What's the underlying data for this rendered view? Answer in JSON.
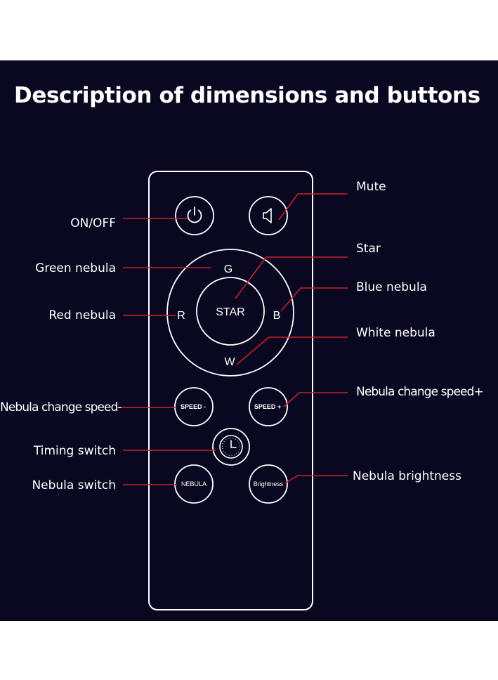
{
  "title": "Description of dimensions and buttons",
  "remote": {
    "ring_labels": {
      "top": "G",
      "left": "R",
      "right": "B",
      "bottom": "W"
    },
    "center_label": "STAR",
    "speed_minus_label": "SPEED -",
    "speed_plus_label": "SPEED +",
    "nebula_label": "NEBULA",
    "brightness_label": "Brightness"
  },
  "callouts": {
    "mute": "Mute",
    "on_off": "ON/OFF",
    "star": "Star",
    "green_nebula": "Green nebula",
    "blue_nebula": "Blue nebula",
    "red_nebula": "Red nebula",
    "white_nebula": "White nebula",
    "nebula_change_speed_minus": "Nebula change speed-",
    "nebula_change_speed_plus": "Nebula change speed+",
    "timing_switch": "Timing switch",
    "nebula_switch": "Nebula switch",
    "nebula_brightness": "Nebula brightness"
  },
  "colors": {
    "background": "#0a0820",
    "outline": "#ffffff",
    "leader_line": "#c8202a",
    "text": "#ffffff"
  }
}
